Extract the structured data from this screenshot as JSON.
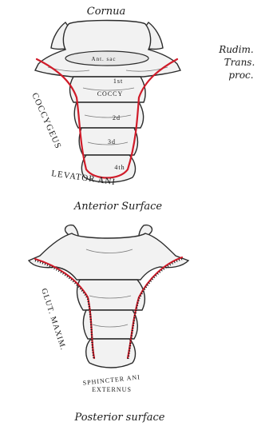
{
  "colors": {
    "background": "#ffffff",
    "bone_fill": "#f2f2f2",
    "outline": "#2b2b2b",
    "muscle_attachment": "#d01c2a"
  },
  "anterior": {
    "label_cornua": "Cornua",
    "label_rudim_1": "Rudim.",
    "label_rudim_2": "Trans.",
    "label_rudim_3": "proc.",
    "label_ant_sac": "Ant. sac",
    "label_coccy": "COCCY",
    "label_1st": "1st",
    "label_2nd": "2d",
    "label_3rd": "3d",
    "label_4th": "4th",
    "label_coccygeus": "COCCYGEUS",
    "label_levator": "LEVATOR ANI",
    "caption": "Anterior Surface"
  },
  "posterior": {
    "label_glut": "GLUT. MAXIM.",
    "label_sphincter": "SPHINCTER ANI",
    "label_externus": "EXTERNUS",
    "caption": "Posterior surface"
  }
}
